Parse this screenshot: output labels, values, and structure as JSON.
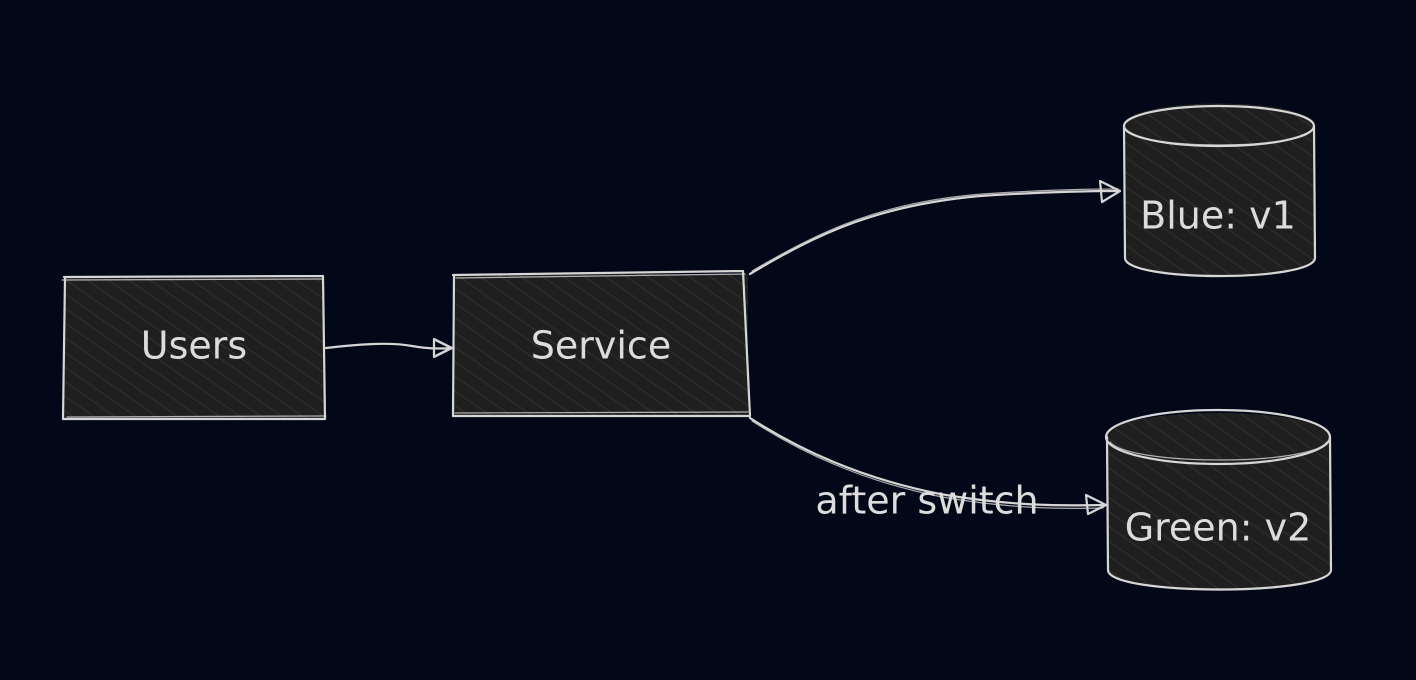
{
  "nodes": {
    "users": {
      "label": "Users"
    },
    "service": {
      "label": "Service"
    },
    "blue": {
      "label": "Blue: v1"
    },
    "green": {
      "label": "Green: v2"
    }
  },
  "edges": {
    "service_to_green": {
      "label": "after switch"
    }
  },
  "colors": {
    "background": "#020817",
    "stroke": "#d6d6d6",
    "node_fill": "#1f1f1f",
    "text": "#dcdcdc"
  }
}
